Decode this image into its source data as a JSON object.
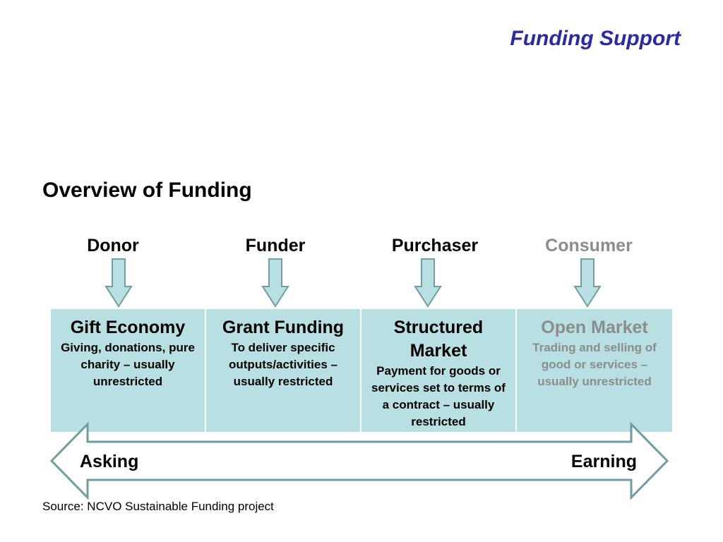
{
  "slide_title": "Funding Support",
  "section_heading": "Overview of Funding",
  "roles": [
    {
      "label": "Donor"
    },
    {
      "label": "Funder"
    },
    {
      "label": "Purchaser"
    },
    {
      "label": "Consumer"
    }
  ],
  "categories": [
    {
      "title": "Gift Economy",
      "description": "Giving, donations, pure charity – usually unrestricted"
    },
    {
      "title": "Grant Funding",
      "description": "To deliver specific outputs/activities – usually restricted"
    },
    {
      "title": "Structured Market",
      "description": "Payment  for goods or services set to terms of a contract – usually restricted"
    },
    {
      "title": "Open Market",
      "description": "Trading and selling of good or services – usually unrestricted"
    }
  ],
  "spectrum": {
    "left": "Asking",
    "right": "Earning"
  },
  "source": "Source: NCVO Sustainable Funding project",
  "colors": {
    "title": "#2a2aa6",
    "cell_fill": "#b8e0e2",
    "arrow_fill": "#b8e0e2",
    "arrow_stroke": "#6f9da3",
    "muted_text": "#8c8c8c"
  }
}
